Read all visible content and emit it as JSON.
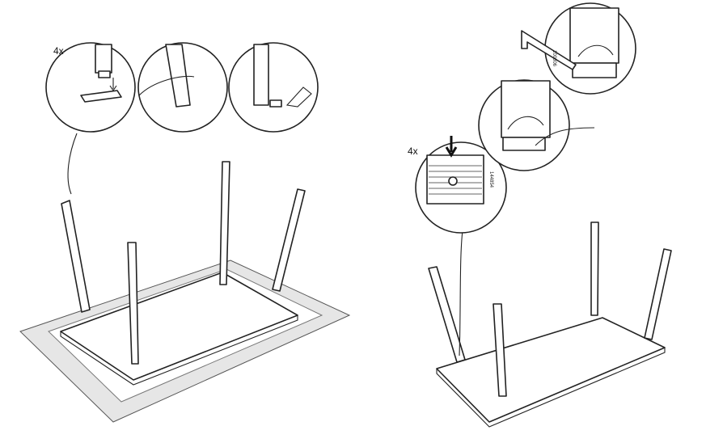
{
  "step_left": {
    "quantity_label": "4x"
  },
  "step_right": {
    "quantity_label": "4x",
    "part_number_glide": "144854",
    "part_number_tool": "100006"
  }
}
